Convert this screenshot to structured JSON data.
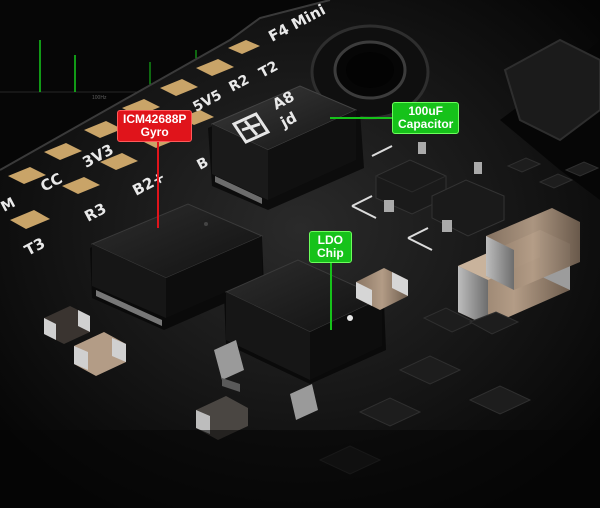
{
  "callouts": {
    "gyro": {
      "line1": "ICM42688P",
      "line2": "Gyro",
      "color": "#e0141b"
    },
    "capacitor": {
      "line1": "100uF",
      "line2": "Capacitor",
      "color": "#16c21a"
    },
    "ldo": {
      "line1": "LDO",
      "line2": "Chip",
      "color": "#16c21a"
    }
  },
  "silkscreen": {
    "board_name": "F4 Mini",
    "r2": "R2",
    "t2": "T2",
    "v5": "5V5",
    "v33": "3V3",
    "cc": "CC",
    "r3": "R3",
    "b2": "B2+",
    "b": "B",
    "t3": "T3",
    "m": "M"
  },
  "capacitor_marking": {
    "line1": "A8",
    "line2": "jd"
  },
  "background_chart_label": "100Hz",
  "colors": {
    "board": "#151515",
    "pad_gold": "#c9a468",
    "silkscreen": "#e9e9e9",
    "accent_green": "#16c21a",
    "accent_red": "#e0141b"
  }
}
